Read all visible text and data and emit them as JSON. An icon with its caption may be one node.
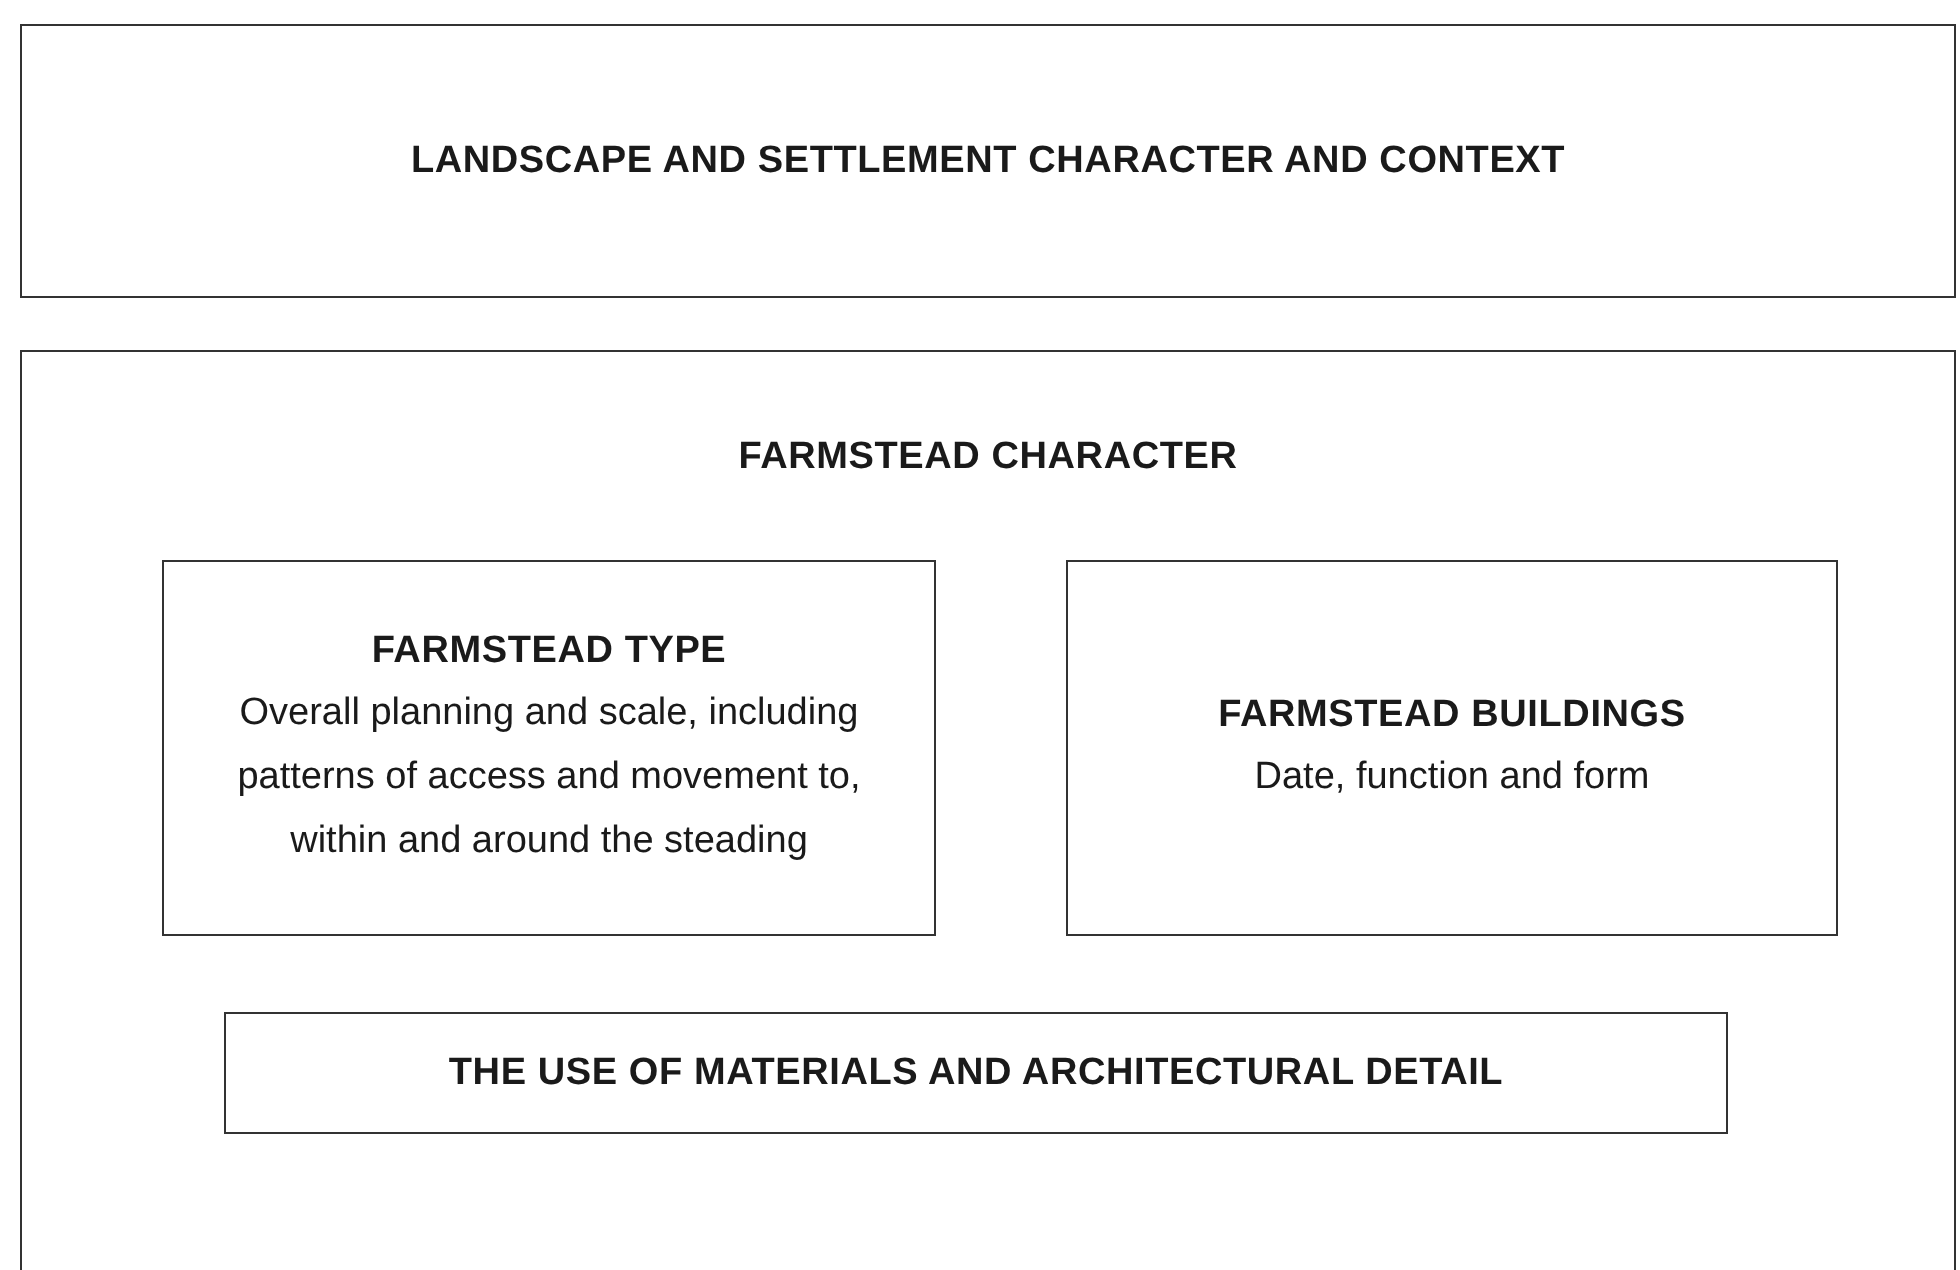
{
  "diagram": {
    "nodes": [
      {
        "text": [
          "LANDSCAPE AND SETTLEMENT CHARACTER AND CONTEXT"
        ]
      },
      {
        "text": [
          "FARMSTEAD CHARACTER"
        ]
      },
      {
        "text": [
          "FARMSTEAD TYPE",
          "Overall planning and scale, including patterns of access and movement to, within and around the steading"
        ],
        "in": 1
      },
      {
        "text": [
          "FARMSTEAD BUILDINGS",
          "Date, function and form"
        ],
        "in": 1
      },
      {
        "text": [
          "THE USE OF MATERIALS AND ARCHITECTURAL DETAIL"
        ],
        "in": 1
      }
    ]
  }
}
